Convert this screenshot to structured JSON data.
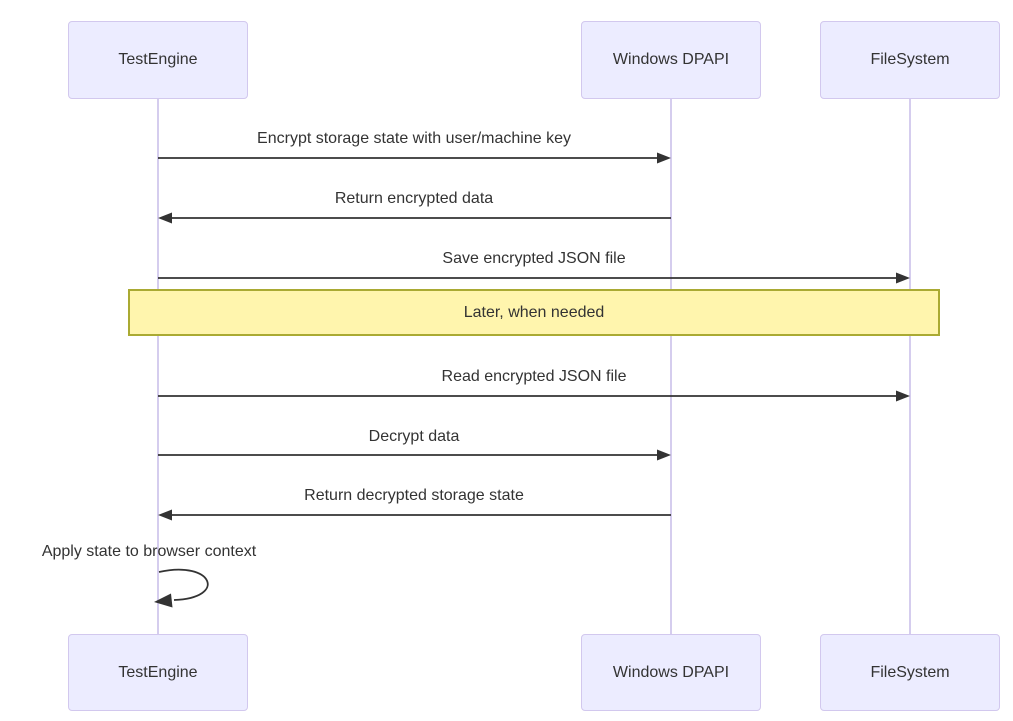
{
  "diagram": {
    "type": "sequence",
    "colors": {
      "background": "#ffffff",
      "actor_fill": "#ECECFF",
      "actor_border": "#d2c8ee",
      "lifeline": "#d5cdee",
      "arrow": "#333333",
      "text": "#333333",
      "note_fill": "#fff5ad",
      "note_border": "#aaaa33"
    }
  },
  "actors": [
    {
      "name": "TestEngine"
    },
    {
      "name": "Windows DPAPI"
    },
    {
      "name": "FileSystem"
    }
  ],
  "messages": [
    {
      "from": "TestEngine",
      "to": "Windows DPAPI",
      "label": "Encrypt storage state with user/machine key",
      "type": "solid-arrow"
    },
    {
      "from": "Windows DPAPI",
      "to": "TestEngine",
      "label": "Return encrypted data",
      "type": "solid-arrow"
    },
    {
      "from": "TestEngine",
      "to": "FileSystem",
      "label": "Save encrypted JSON file",
      "type": "solid-arrow"
    },
    {
      "from": "TestEngine",
      "to": "FileSystem",
      "label": "Read encrypted JSON file",
      "type": "solid-arrow"
    },
    {
      "from": "TestEngine",
      "to": "Windows DPAPI",
      "label": "Decrypt data",
      "type": "solid-arrow"
    },
    {
      "from": "Windows DPAPI",
      "to": "TestEngine",
      "label": "Return decrypted storage state",
      "type": "solid-arrow"
    },
    {
      "from": "TestEngine",
      "to": "TestEngine",
      "label": "Apply state to browser context",
      "type": "self-loop"
    }
  ],
  "note": {
    "label": "Later, when needed",
    "placement": "over all participants"
  }
}
